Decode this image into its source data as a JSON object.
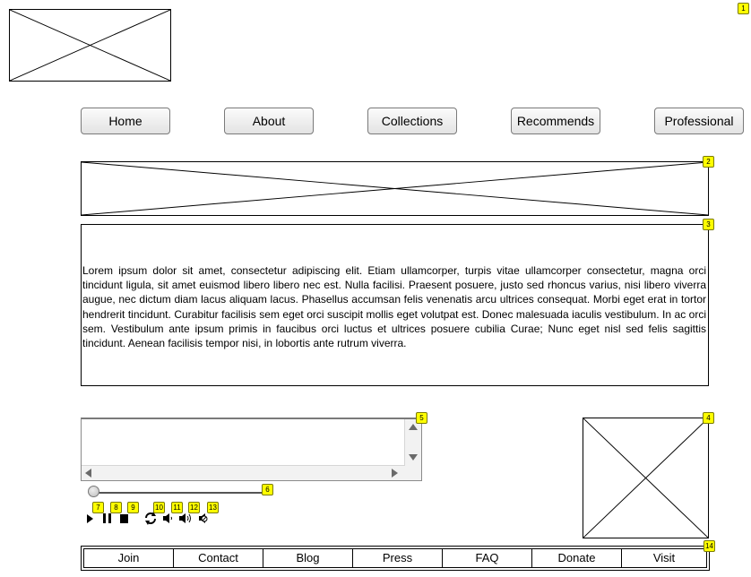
{
  "nav": {
    "items": [
      {
        "label": "Home"
      },
      {
        "label": "About"
      },
      {
        "label": "Collections"
      },
      {
        "label": "Recommends"
      },
      {
        "label": "Professional"
      }
    ]
  },
  "content": {
    "paragraph": "Lorem ipsum dolor sit amet, consectetur adipiscing elit. Etiam ullamcorper, turpis vitae ullamcorper consectetur, magna orci tincidunt ligula, sit amet euismod libero libero nec est. Nulla facilisi. Praesent posuere, justo sed rhoncus varius, nisi libero viverra augue, nec dictum diam lacus aliquam lacus. Phasellus accumsan felis venenatis arcu ultrices consequat. Morbi eget erat in tortor hendrerit tincidunt. Curabitur facilisis sem eget orci suscipit mollis eget volutpat est. Donec malesuada iaculis vestibulum. In ac orci sem. Vestibulum ante ipsum primis in faucibus orci luctus et ultrices posuere cubilia Curae; Nunc eget nisl sed felis sagittis tincidunt. Aenean facilisis tempor nisi, in lobortis ante rutrum viverra."
  },
  "badges": {
    "b1": "1",
    "b2": "2",
    "b3": "3",
    "b4": "4",
    "b5": "5",
    "b6": "6",
    "b7": "7",
    "b8": "8",
    "b9": "9",
    "b10": "10",
    "b11": "11",
    "b12": "12",
    "b13": "13",
    "b14": "14"
  },
  "player": {
    "progress": 0.0,
    "controls": [
      "play-icon",
      "pause-icon",
      "stop-icon",
      "loop-icon",
      "volume-down-icon",
      "volume-up-icon",
      "mute-icon"
    ]
  },
  "footer": {
    "items": [
      {
        "label": "Join"
      },
      {
        "label": "Contact"
      },
      {
        "label": "Blog"
      },
      {
        "label": "Press"
      },
      {
        "label": "FAQ"
      },
      {
        "label": "Donate"
      },
      {
        "label": "Visit"
      }
    ]
  },
  "colors": {
    "badge": "#ffff00",
    "border": "#000000",
    "button_gradient_top": "#fbfbfb",
    "button_gradient_bottom": "#e3e3e3"
  }
}
